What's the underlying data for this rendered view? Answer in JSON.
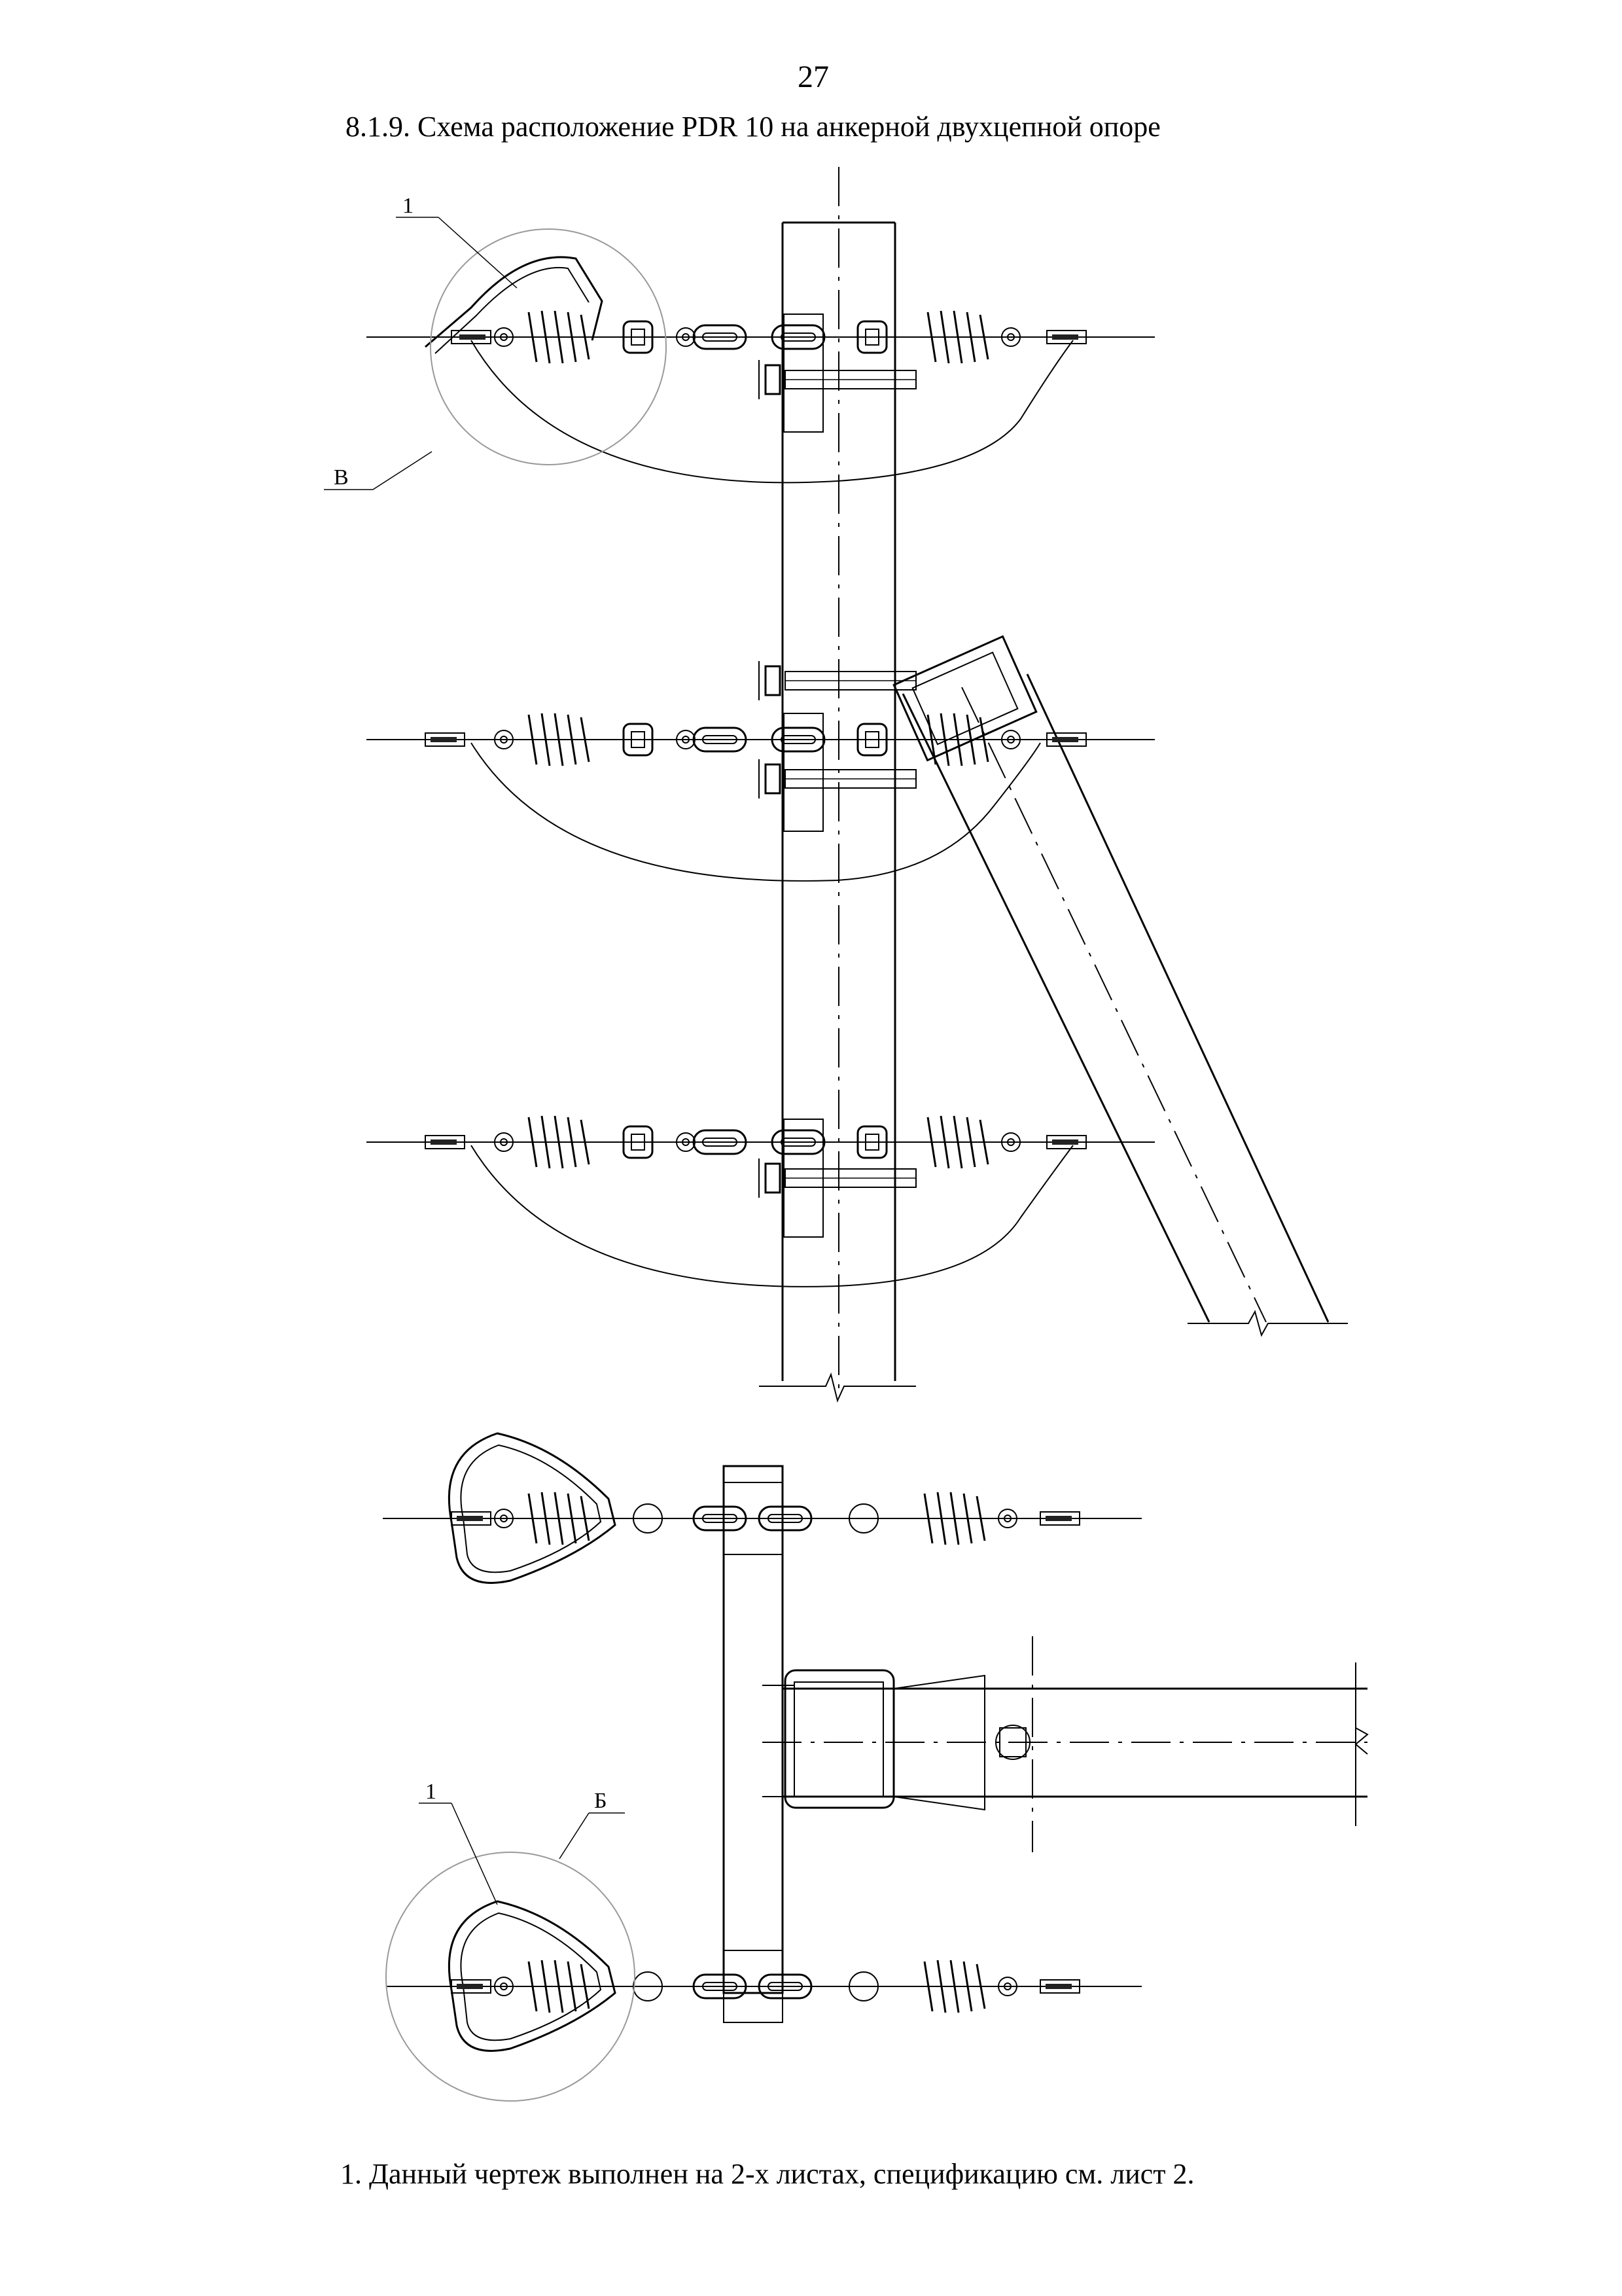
{
  "page": {
    "number": "27",
    "title": "8.1.9. Схема расположение PDR 10 на анкерной двухцепной опоре",
    "note": "1. Данный чертеж выполнен на 2-х листах, спецификацию см. лист 2."
  },
  "callouts": {
    "item_top": "1",
    "view_top": "В",
    "item_bottom": "1",
    "view_bottom": "Б"
  }
}
